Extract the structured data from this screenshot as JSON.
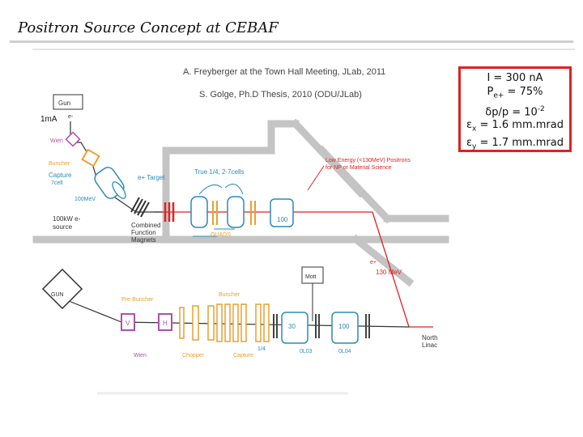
{
  "slide": {
    "title": "Positron Source Concept at CEBAF",
    "credit_1": "A. Freyberger at the Town Hall Meeting, JLab, 2011",
    "credit_2": "S. Golge, Ph.D Thesis, 2010 (ODU/JLab)"
  },
  "params": {
    "current": "I = 300 nA",
    "pol_pre": "P",
    "pol_sub": "e+",
    "pol_post": " = 75%",
    "dp_pre": "δp/p = 10",
    "dp_sup": "-2",
    "ex_pre": "ε",
    "ex_sub": "x",
    "ex_post": " = 1.6 mm.mrad",
    "ey_pre": "ε",
    "ey_sub": "y",
    "ey_post": " = 1.7 mm.mrad"
  },
  "diagram": {
    "current_label": "1mA",
    "gun_top": "Gun",
    "e_minus": "e-",
    "wien_top": "Wien",
    "buncher_top": "Buncher",
    "capture_top": "Capture",
    "capture_cells": "7cell",
    "target": "e+ Target",
    "energy_100": "100MeV",
    "source_line1": "100kW e-",
    "source_line2": "source",
    "magnets_line1": "Combined",
    "magnets_line2": "Function",
    "magnets_line3": "Magnets",
    "cells_label": "True 1/4, 2-7cells",
    "quads": "QUADS",
    "cav_100_top": "100",
    "low_energy_1": "Low Energy (<130MeV) Positrons",
    "low_energy_2": "for NP or Material Science",
    "e_plus": "e+",
    "energy_130": "130 MeV",
    "mott": "Mott",
    "gun_bottom": "GUN",
    "prebuncher": "Pre-Buncher",
    "buncher_bottom": "Buncher",
    "v_box": "V",
    "h_box": "H",
    "wien_bottom": "Wien",
    "chopper": "Chopper",
    "capture_bottom": "Capture",
    "quarter": "1/4",
    "cav_30": "30",
    "cav_100_bottom": "100",
    "ol03": "0L03",
    "ol04": "0L04",
    "north_1": "North",
    "north_2": "Linac"
  }
}
